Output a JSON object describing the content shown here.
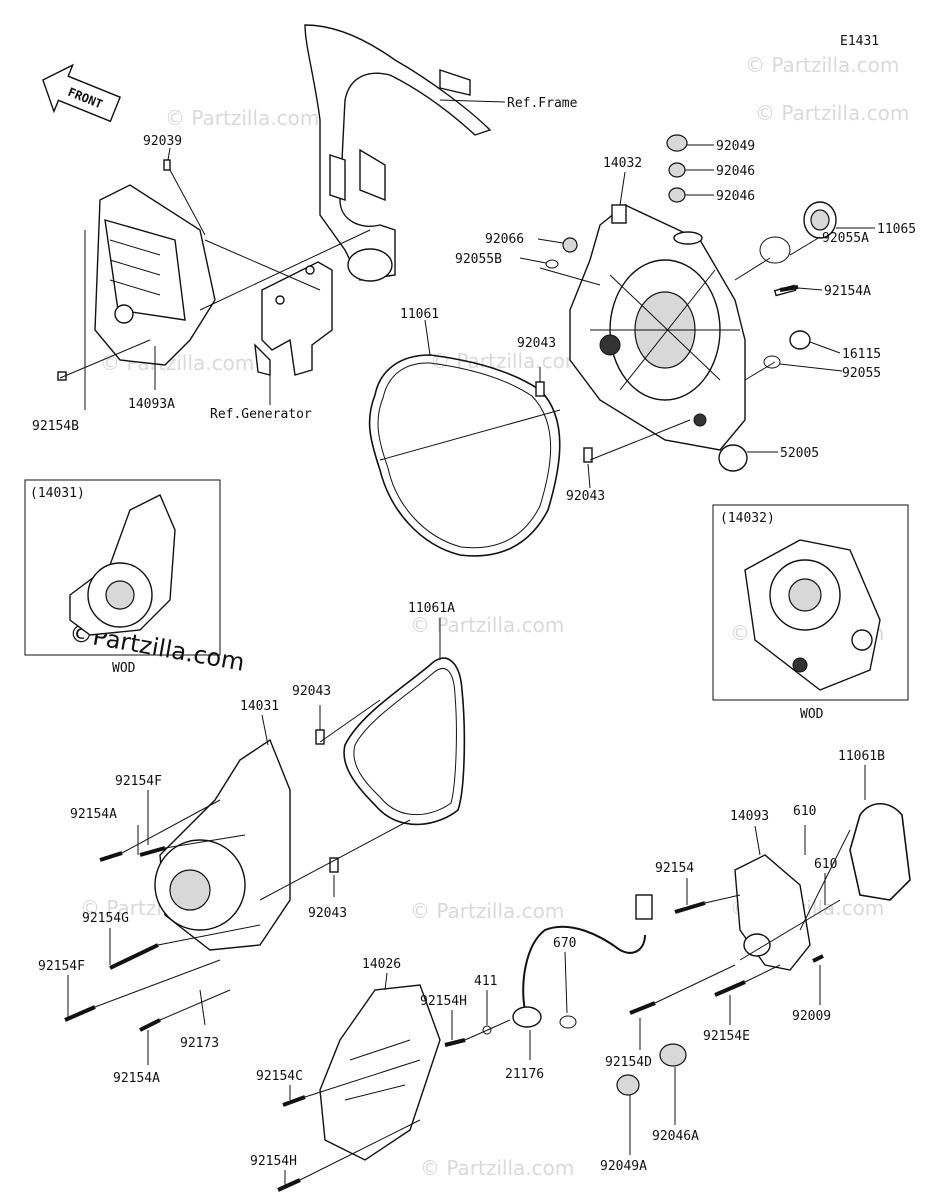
{
  "diagram_code": "E1431",
  "front_label": "FRONT",
  "watermark": "© Partzilla.com",
  "watermark_bold": "©Partzilla.com",
  "callouts": [
    {
      "id": "92039",
      "text": "92039"
    },
    {
      "id": "ref-frame",
      "text": "Ref.Frame"
    },
    {
      "id": "92049-top",
      "text": "92049"
    },
    {
      "id": "92046-a",
      "text": "92046"
    },
    {
      "id": "92046-b",
      "text": "92046"
    },
    {
      "id": "14032-top",
      "text": "14032"
    },
    {
      "id": "92066",
      "text": "92066"
    },
    {
      "id": "92055B",
      "text": "92055B"
    },
    {
      "id": "11065",
      "text": "11065"
    },
    {
      "id": "92055A",
      "text": "92055A"
    },
    {
      "id": "92154A-top",
      "text": "92154A"
    },
    {
      "id": "11061",
      "text": "11061"
    },
    {
      "id": "92043-a",
      "text": "92043"
    },
    {
      "id": "16115",
      "text": "16115"
    },
    {
      "id": "92055",
      "text": "92055"
    },
    {
      "id": "52005",
      "text": "52005"
    },
    {
      "id": "92043-b",
      "text": "92043"
    },
    {
      "id": "92154B",
      "text": "92154B"
    },
    {
      "id": "14093A",
      "text": "14093A"
    },
    {
      "id": "ref-generator",
      "text": "Ref.Generator"
    },
    {
      "id": "inset-14031",
      "text": "(14031)"
    },
    {
      "id": "inset-14032",
      "text": "(14032)"
    },
    {
      "id": "wod-left",
      "text": "WOD"
    },
    {
      "id": "wod-right",
      "text": "WOD"
    },
    {
      "id": "11061A",
      "text": "11061A"
    },
    {
      "id": "92043-c",
      "text": "92043"
    },
    {
      "id": "14031",
      "text": "14031"
    },
    {
      "id": "92154F-a",
      "text": "92154F"
    },
    {
      "id": "92154A-mid",
      "text": "92154A"
    },
    {
      "id": "92043-d",
      "text": "92043"
    },
    {
      "id": "92154G",
      "text": "92154G"
    },
    {
      "id": "92154F-b",
      "text": "92154F"
    },
    {
      "id": "92154A-low",
      "text": "92154A"
    },
    {
      "id": "92173",
      "text": "92173"
    },
    {
      "id": "11061B",
      "text": "11061B"
    },
    {
      "id": "14093",
      "text": "14093"
    },
    {
      "id": "610-a",
      "text": "610"
    },
    {
      "id": "610-b",
      "text": "610"
    },
    {
      "id": "92154",
      "text": "92154"
    },
    {
      "id": "670",
      "text": "670"
    },
    {
      "id": "14026",
      "text": "14026"
    },
    {
      "id": "411",
      "text": "411"
    },
    {
      "id": "92154H-a",
      "text": "92154H"
    },
    {
      "id": "21176",
      "text": "21176"
    },
    {
      "id": "92154D",
      "text": "92154D"
    },
    {
      "id": "92154E",
      "text": "92154E"
    },
    {
      "id": "92009",
      "text": "92009"
    },
    {
      "id": "92154C",
      "text": "92154C"
    },
    {
      "id": "92046A",
      "text": "92046A"
    },
    {
      "id": "92049A",
      "text": "92049A"
    },
    {
      "id": "92154H-b",
      "text": "92154H"
    }
  ]
}
